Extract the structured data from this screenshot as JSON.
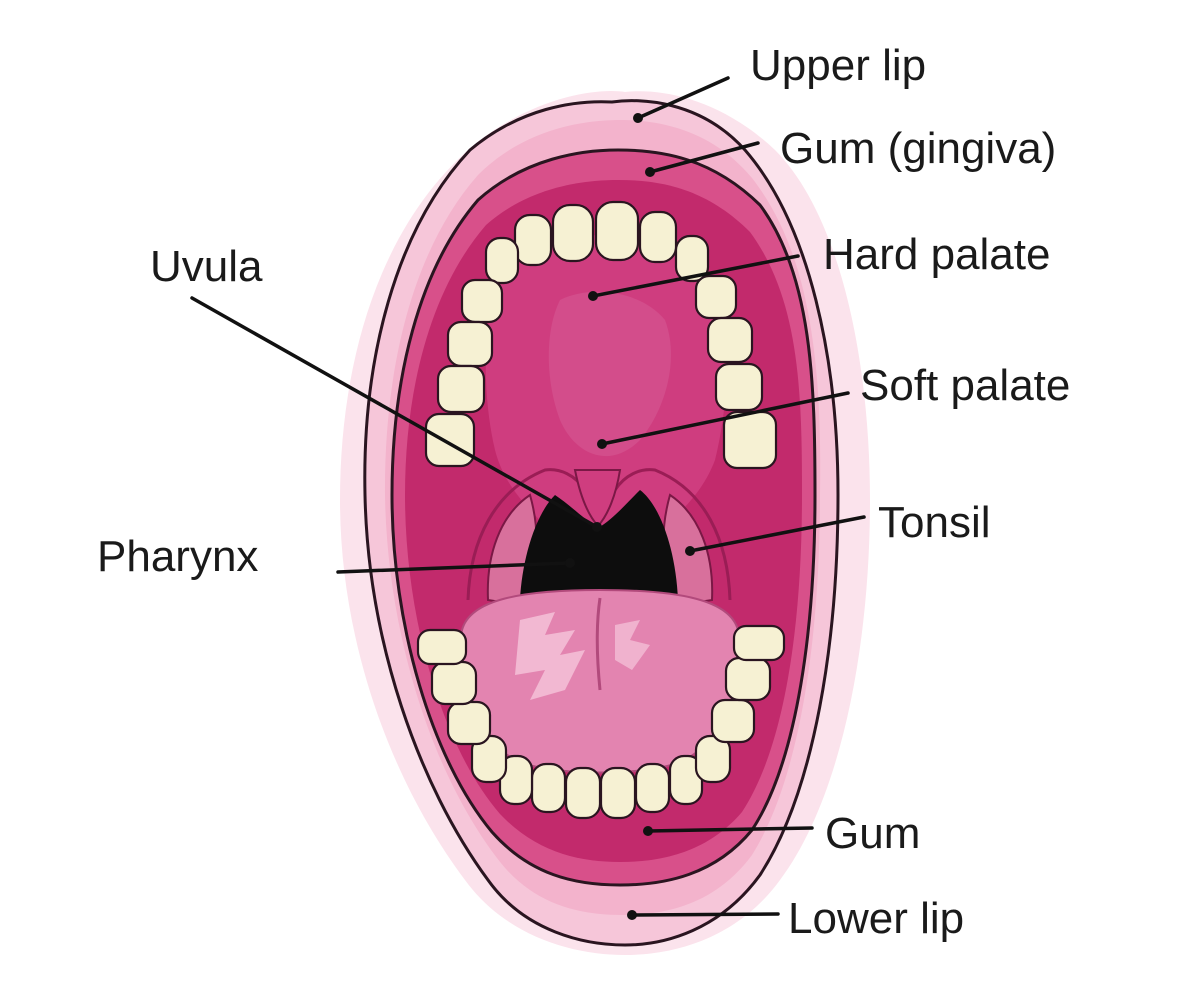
{
  "labels": {
    "upper_lip": "Upper lip",
    "gum_gingiva": "Gum (gingiva)",
    "hard_palate": "Hard palate",
    "uvula": "Uvula",
    "soft_palate": "Soft palate",
    "tonsil": "Tonsil",
    "pharynx": "Pharynx",
    "gum_lower": "Gum",
    "lower_lip": "Lower lip"
  },
  "colors": {
    "lip_outer": "#f6c6d9",
    "lip_inner": "#f3b3cc",
    "halo": "#fbe3ec",
    "gum": "#d8508a",
    "mouth_cavity": "#c22a6c",
    "palate": "#cf3d7f",
    "tooth": "#f6f1d3",
    "tongue": "#e384b0",
    "tongue_highlight": "#f5c6db",
    "throat": "#0d0d0d",
    "tonsil": "#d8709c",
    "outline": "#2a1520",
    "leader_line": "#111111"
  }
}
